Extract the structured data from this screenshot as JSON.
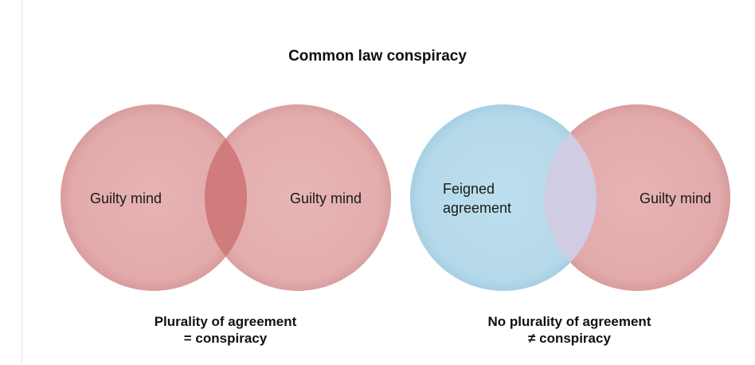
{
  "title": "Common law conspiracy",
  "colors": {
    "red_circle": "#e3adad",
    "red_overlap": "#d17f80",
    "blue_circle": "#b9dcec",
    "purple_overlap": "#d0cde3"
  },
  "left_diagram": {
    "circle_a_label": "Guilty mind",
    "circle_b_label": "Guilty mind",
    "caption_line1": "Plurality of agreement",
    "caption_line2": "= conspiracy"
  },
  "right_diagram": {
    "circle_a_label_line1": "Feigned",
    "circle_a_label_line2": "agreement",
    "circle_b_label": "Guilty mind",
    "caption_line1": "No plurality of agreement",
    "caption_line2": "≠ conspiracy"
  }
}
